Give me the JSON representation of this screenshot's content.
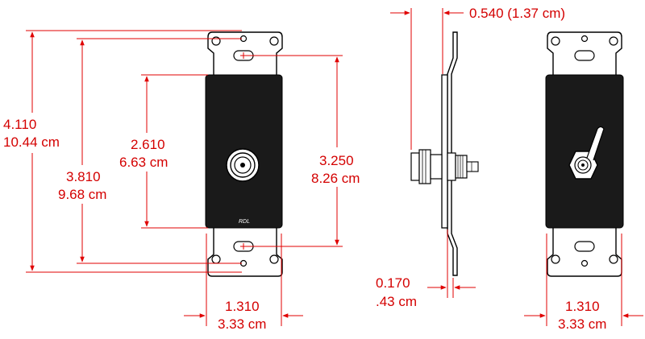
{
  "colors": {
    "dimension": "#d40000",
    "panel": "#1a1a1a",
    "background": "#ffffff"
  },
  "front_view": {
    "brand_label": "RDL",
    "dim_overall_height": {
      "imperial": "4.110",
      "metric": "10.44 cm"
    },
    "dim_mounting_holes": {
      "imperial": "3.810",
      "metric": "9.68 cm"
    },
    "dim_panel_height": {
      "imperial": "2.610",
      "metric": "6.63 cm"
    },
    "dim_screw_spacing": {
      "imperial": "3.250",
      "metric": "8.26 cm"
    },
    "dim_width": {
      "imperial": "1.310",
      "metric": "3.33 cm"
    }
  },
  "side_view": {
    "dim_depth": {
      "label": "0.540 (1.37 cm)"
    },
    "dim_plate_thickness": {
      "imperial": "0.170",
      "metric": ".43 cm"
    }
  },
  "rear_view": {
    "dim_width": {
      "imperial": "1.310",
      "metric": "3.33 cm"
    }
  }
}
